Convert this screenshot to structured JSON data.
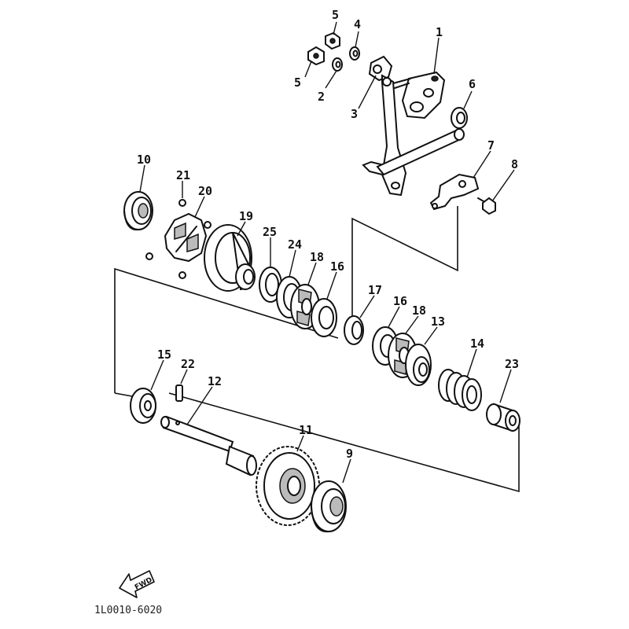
{
  "diagram": {
    "callouts": [
      "1",
      "2",
      "3",
      "4",
      "5",
      "5",
      "6",
      "7",
      "8",
      "9",
      "10",
      "11",
      "12",
      "13",
      "14",
      "15",
      "16",
      "16",
      "17",
      "18",
      "18",
      "19",
      "20",
      "21",
      "22",
      "23",
      "24",
      "25"
    ],
    "fwd_label": "FWD",
    "drawing_code": "1L0010-6020"
  }
}
